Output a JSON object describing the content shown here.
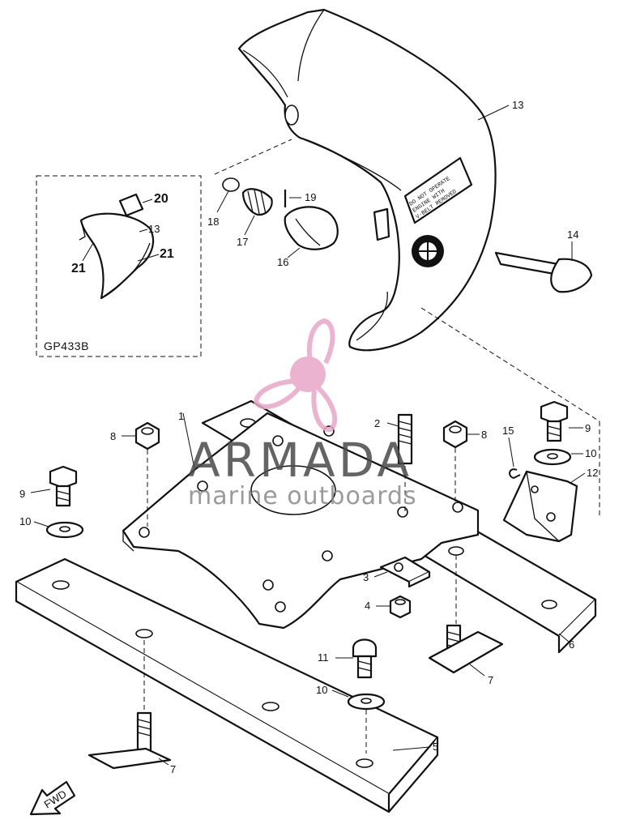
{
  "diagram": {
    "part_numbers": [
      "1",
      "2",
      "3",
      "4",
      "5",
      "6",
      "7",
      "8",
      "9",
      "10",
      "11",
      "12",
      "13",
      "14",
      "15",
      "16",
      "17",
      "18",
      "19",
      "20",
      "21"
    ],
    "callouts": {
      "c1": "1",
      "c2": "2",
      "c3": "3",
      "c4": "4",
      "c5": "5",
      "c6": "6",
      "c7a": "7",
      "c7b": "7",
      "c8a": "8",
      "c8b": "8",
      "c9a": "9",
      "c9b": "9",
      "c10a": "10",
      "c10b": "10",
      "c10c": "10",
      "c11": "11",
      "c12": "12",
      "c13": "13",
      "c13i": "13",
      "c14": "14",
      "c15": "15",
      "c16": "16",
      "c17": "17",
      "c18": "18",
      "c19": "19",
      "c20": "20",
      "c21a": "21",
      "c21b": "21"
    },
    "inset_label": "GP433B",
    "fwd_label": "FWD",
    "decal_lines": [
      "DO NOT OPERATE",
      "ENGINE WITH",
      "V-BELT REMOVED"
    ]
  },
  "watermark": {
    "brand": "ARMADA",
    "tagline": "marine outboards",
    "logo_icon": "propeller-icon",
    "color": "#e8a6c8"
  }
}
